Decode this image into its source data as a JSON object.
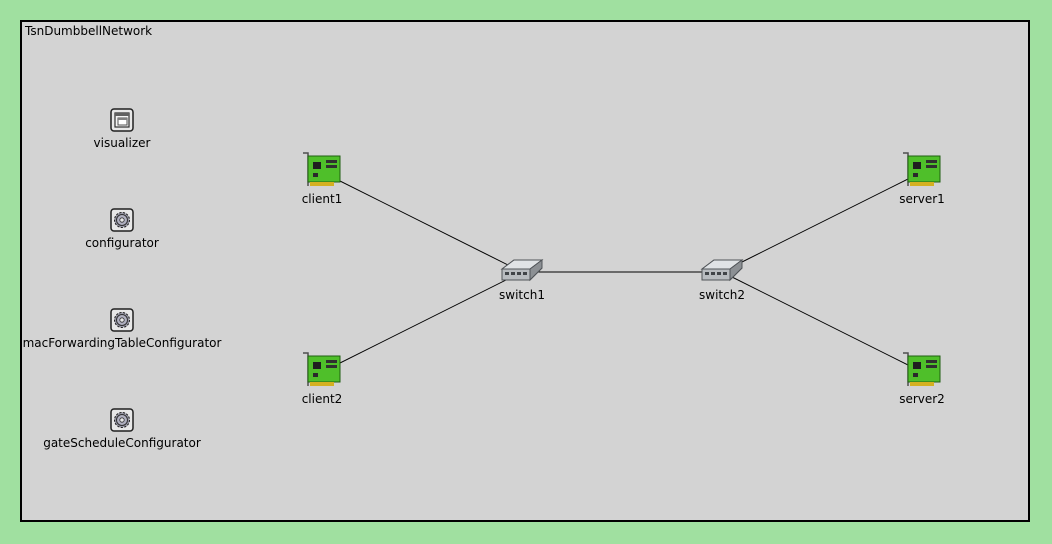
{
  "colors": {
    "outer_background": "#a0e0a0",
    "canvas_background": "#d3d3d3",
    "frame_border": "#000000",
    "link": "#000000",
    "nic_board": "#4fbf2a",
    "switch_body": "#b8bcc0"
  },
  "network": {
    "title": "TsnDumbbellNetwork"
  },
  "modules": [
    {
      "id": "visualizer",
      "label": "visualizer",
      "icon": "window-icon"
    },
    {
      "id": "configurator",
      "label": "configurator",
      "icon": "gear-icon"
    },
    {
      "id": "macForwardingTableConfigurator",
      "label": "macForwardingTableConfigurator",
      "icon": "gear-icon"
    },
    {
      "id": "gateScheduleConfigurator",
      "label": "gateScheduleConfigurator",
      "icon": "gear-icon"
    }
  ],
  "nodes": [
    {
      "id": "client1",
      "label": "client1",
      "icon": "nic-card-icon"
    },
    {
      "id": "client2",
      "label": "client2",
      "icon": "nic-card-icon"
    },
    {
      "id": "switch1",
      "label": "switch1",
      "icon": "switch-icon"
    },
    {
      "id": "switch2",
      "label": "switch2",
      "icon": "switch-icon"
    },
    {
      "id": "server1",
      "label": "server1",
      "icon": "nic-card-icon"
    },
    {
      "id": "server2",
      "label": "server2",
      "icon": "nic-card-icon"
    }
  ],
  "links": [
    {
      "from": "client1",
      "to": "switch1"
    },
    {
      "from": "client2",
      "to": "switch1"
    },
    {
      "from": "switch1",
      "to": "switch2"
    },
    {
      "from": "switch2",
      "to": "server1"
    },
    {
      "from": "switch2",
      "to": "server2"
    }
  ]
}
